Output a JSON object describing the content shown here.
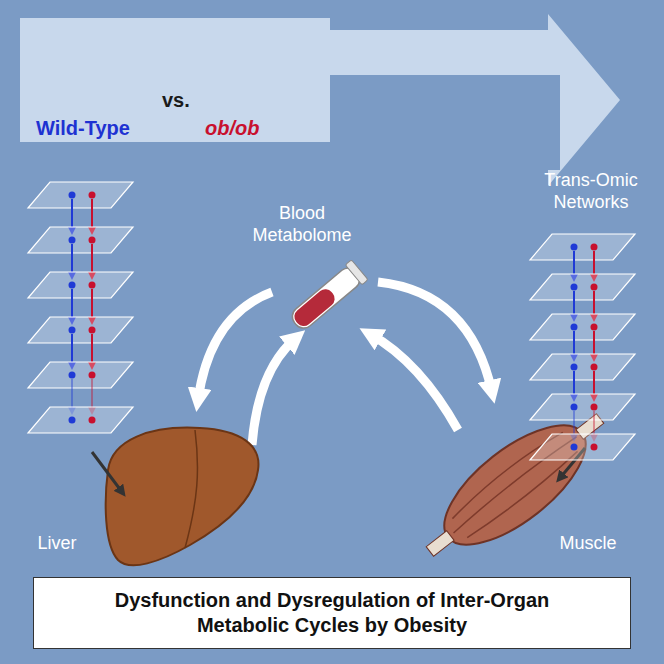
{
  "diagram": {
    "nodes": [
      {
        "text": [
          "vs.",
          "Wild-Type",
          "ob/ob"
        ]
      },
      {
        "text": [
          "Dysfunction and Dysregulation of Inter-Organ Metabolic Cycles by Obesity"
        ]
      }
    ],
    "labels": [
      "Trans-Omic Networks",
      "Blood Metabolome",
      "Liver",
      "Muscle"
    ]
  }
}
